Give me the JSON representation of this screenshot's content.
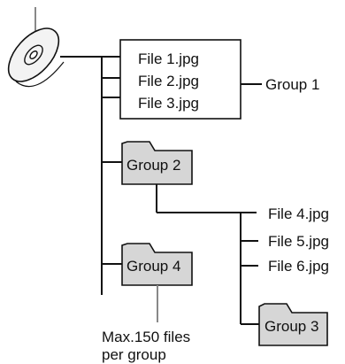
{
  "files_box": [
    "File 1.jpg",
    "File 2.jpg",
    "File 3.jpg"
  ],
  "group_1_label": "Group 1",
  "folders": {
    "group_2": "Group 2",
    "group_4": "Group 4",
    "group_3": "Group 3"
  },
  "files_branch": [
    "File 4.jpg",
    "File 5.jpg",
    "File 6.jpg"
  ],
  "note": [
    "Max.150 files",
    "per group"
  ],
  "colors": {
    "folder_fill": "#d6d6d6",
    "line": "#111111",
    "callout": "#888888"
  }
}
